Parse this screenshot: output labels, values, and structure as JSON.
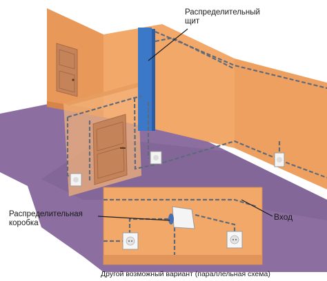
{
  "labels": {
    "panel_line1": "Распределительный",
    "panel_line2": "щит",
    "junction_line1": "Распределительная",
    "junction_line2": "коробка",
    "input": "Вход",
    "caption": "Другой возможный вариант (параллельная схема)"
  },
  "colors": {
    "wall_light": "#f2a869",
    "wall_shade": "#e08f4f",
    "floor": "#8c6fa0",
    "door": "#c5835a",
    "panel": "#3c78c8",
    "cable": "#5e6a7a"
  },
  "icons": {
    "socket": "wall-socket-icon",
    "junction": "junction-box-icon",
    "door": "door-icon",
    "panel": "distribution-panel-icon"
  }
}
